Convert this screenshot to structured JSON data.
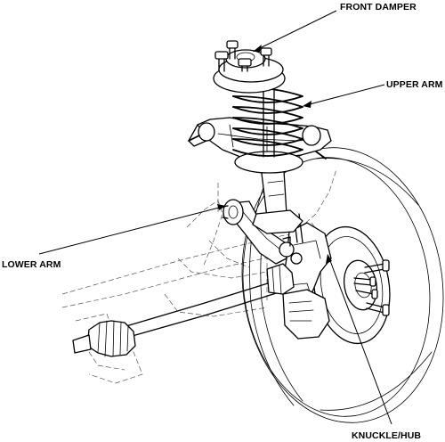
{
  "labels": {
    "front_damper": "FRONT DAMPER",
    "upper_arm": "UPPER ARM",
    "lower_arm": "LOWER ARM",
    "knuckle_hub": "KNUCKLE/HUB"
  }
}
